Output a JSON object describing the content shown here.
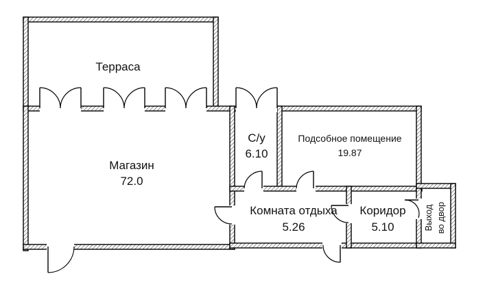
{
  "rooms": {
    "terrace": {
      "name": "Терраса"
    },
    "shop": {
      "name": "Магазин",
      "area": "72.0"
    },
    "wc": {
      "name": "С/у",
      "area": "6.10"
    },
    "utility": {
      "name": "Подсобное помещение",
      "area": "19.87"
    },
    "rest_room": {
      "name": "Комната отдыха",
      "area": "5.26"
    },
    "corridor": {
      "name": "Коридор",
      "area": "5.10"
    },
    "exit": {
      "line1": "Выход",
      "line2": "во двор"
    }
  },
  "colors": {
    "wall_outline": "#000000",
    "hatch": "#444444",
    "background": "#ffffff"
  }
}
